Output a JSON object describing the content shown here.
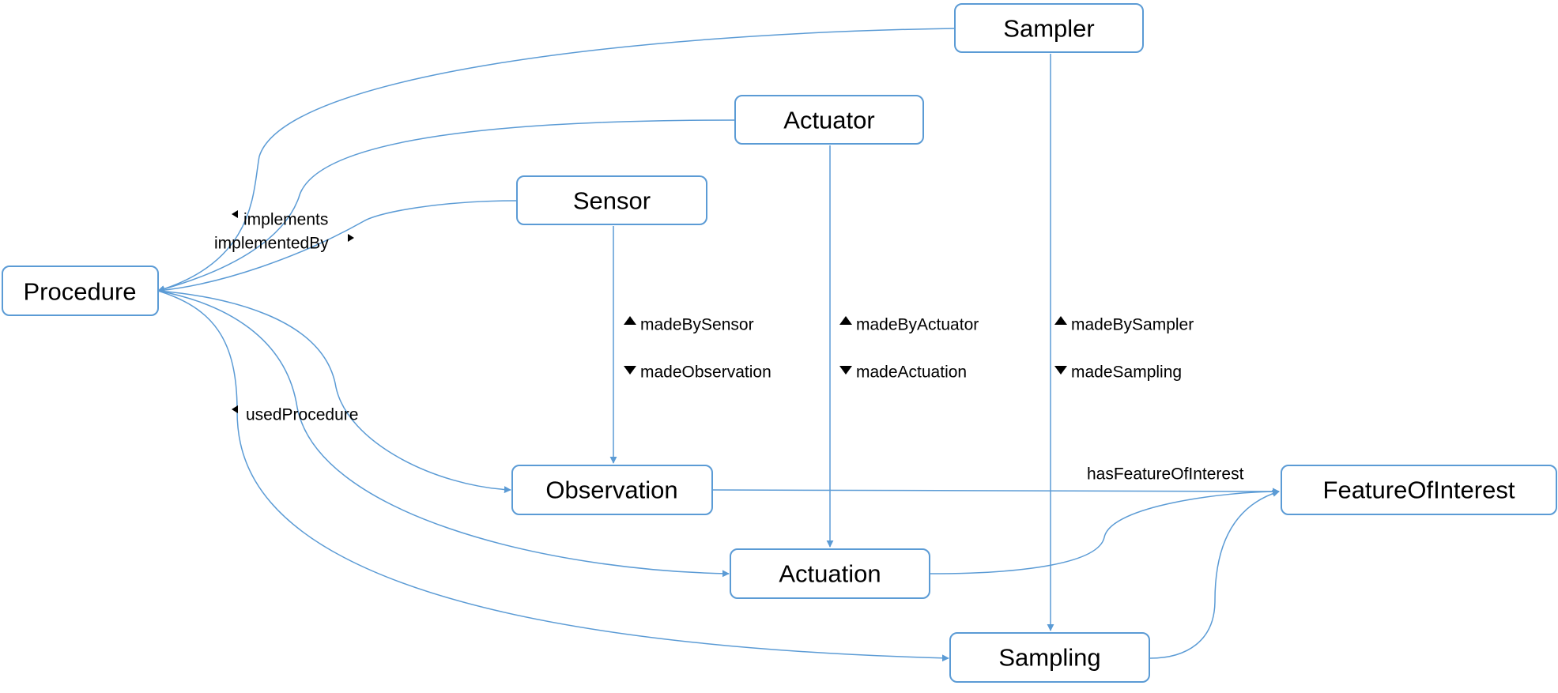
{
  "colors": {
    "line": "#5b9bd5",
    "box_border": "#5b9bd5",
    "text": "#000000",
    "background": "#ffffff"
  },
  "nodes": {
    "sampler": "Sampler",
    "actuator": "Actuator",
    "sensor": "Sensor",
    "procedure": "Procedure",
    "observation": "Observation",
    "actuation": "Actuation",
    "sampling": "Sampling",
    "feature_of_interest": "FeatureOfInterest"
  },
  "edge_labels": {
    "implements": "implements",
    "implemented_by": "implementedBy",
    "used_procedure": "usedProcedure",
    "made_by_sensor": "madeBySensor",
    "made_observation": "madeObservation",
    "made_by_actuator": "madeByActuator",
    "made_actuation": "madeActuation",
    "made_by_sampler": "madeBySampler",
    "made_sampling": "madeSampling",
    "has_feature_of_interest": "hasFeatureOfInterest"
  }
}
